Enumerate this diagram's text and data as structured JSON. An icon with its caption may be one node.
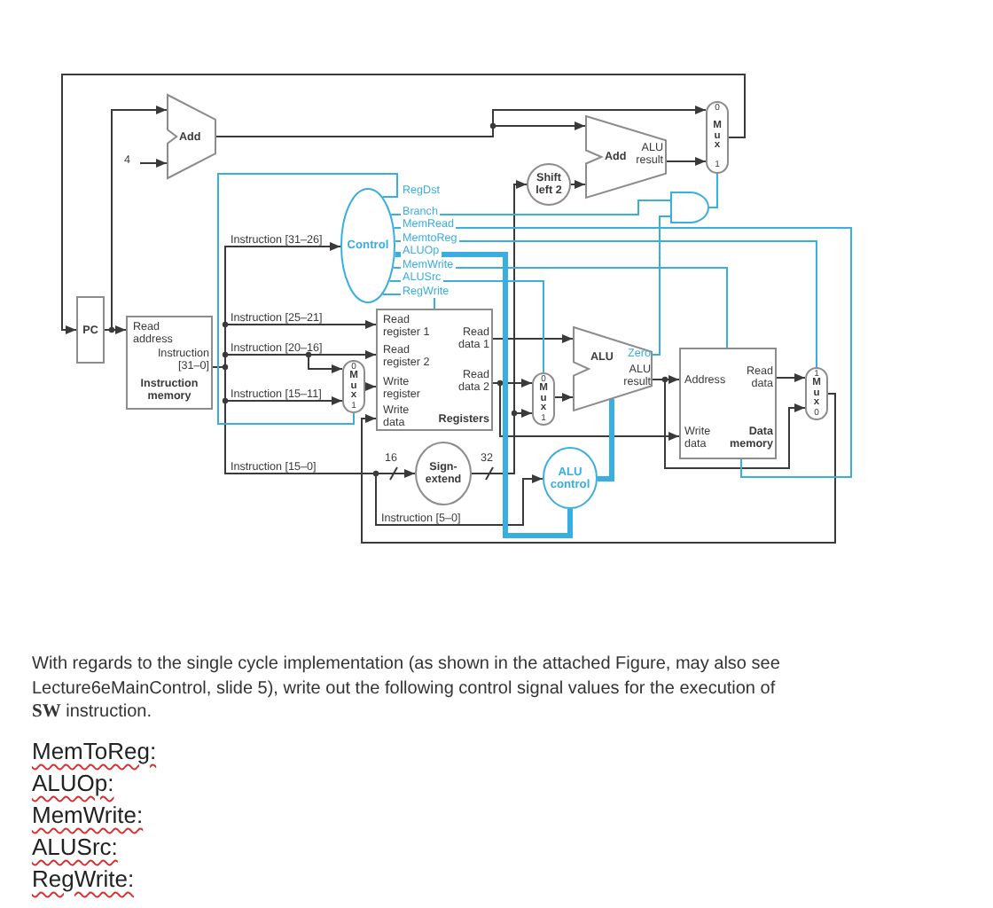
{
  "diagram": {
    "nodes": [
      {
        "text": [
          "4"
        ]
      },
      {
        "text": [
          "Add"
        ]
      },
      {
        "text": [
          "0",
          "Mux",
          "1"
        ]
      },
      {
        "text": [
          "Add",
          "ALU result"
        ]
      },
      {
        "text": [
          "Shift left 2"
        ]
      },
      {
        "text": [],
        "shape": "gate"
      },
      {
        "text": [
          "Control"
        ]
      },
      {
        "text": [
          "PC"
        ]
      },
      {
        "text": [
          "Read address",
          "Instruction [31–0]",
          "Instruction memory"
        ]
      },
      {
        "text": [
          "Read register 1",
          "Read data 1",
          "Read register 2",
          "Read data 2",
          "Write register",
          "Write data",
          "Registers"
        ]
      },
      {
        "text": [
          "0",
          "Mux",
          "1"
        ]
      },
      {
        "text": [
          "0",
          "Mux",
          "1"
        ]
      },
      {
        "text": [
          "ALU",
          "Zero",
          "ALU result"
        ]
      },
      {
        "text": [
          "Address",
          "Read data",
          "Write data",
          "Data memory"
        ]
      },
      {
        "text": [
          "1",
          "Mux",
          "0"
        ]
      },
      {
        "text": [
          "Sign-extend"
        ]
      },
      {
        "text": [
          "ALU control"
        ]
      }
    ],
    "edges": [
      {
        "from": 7,
        "to": 8,
        "arrow": "to"
      },
      {
        "from": 7,
        "to": 1,
        "arrow": "to"
      },
      {
        "from": 0,
        "to": 1,
        "arrow": "to"
      },
      {
        "from": 1,
        "to": 2,
        "arrow": "to"
      },
      {
        "from": 1,
        "to": 3,
        "arrow": "to"
      },
      {
        "from": 4,
        "to": 3,
        "arrow": "to"
      },
      {
        "from": 3,
        "to": 2,
        "arrow": "to"
      },
      {
        "from": 2,
        "to": 7,
        "arrow": "to"
      },
      {
        "from": 8,
        "to": 6,
        "arrow": "to",
        "label": "Instruction [31–26]"
      },
      {
        "from": 8,
        "to": 9,
        "arrow": "to",
        "label": "Instruction [25–21]"
      },
      {
        "from": 8,
        "to": 9,
        "arrow": "to",
        "label": "Instruction [20–16]"
      },
      {
        "from": 8,
        "to": 10,
        "arrow": "to"
      },
      {
        "from": 8,
        "to": 10,
        "arrow": "to",
        "label": "Instruction [15–11]"
      },
      {
        "from": 8,
        "to": 15,
        "arrow": "to",
        "label": "Instruction [15–0]"
      },
      {
        "from": 8,
        "to": 16,
        "arrow": "to",
        "label": "Instruction [5–0]"
      },
      {
        "from": 10,
        "to": 9,
        "arrow": "to"
      },
      {
        "from": 9,
        "to": 12,
        "arrow": "to"
      },
      {
        "from": 9,
        "to": 11,
        "arrow": "to"
      },
      {
        "from": 9,
        "to": 13,
        "arrow": "to"
      },
      {
        "from": 15,
        "to": 11,
        "arrow": "to"
      },
      {
        "from": 15,
        "to": 4,
        "arrow": "to"
      },
      {
        "from": 11,
        "to": 12,
        "arrow": "to"
      },
      {
        "from": 12,
        "to": 13,
        "arrow": "to"
      },
      {
        "from": 12,
        "to": 14,
        "arrow": "to"
      },
      {
        "from": 13,
        "to": 14,
        "arrow": "to"
      },
      {
        "from": 14,
        "to": 9,
        "arrow": "to"
      },
      {
        "from": 6,
        "to": 10,
        "arrow": "none",
        "label": "RegDst",
        "color": "#3aaee0"
      },
      {
        "from": 6,
        "to": 5,
        "arrow": "none",
        "label": "Branch",
        "color": "#3aaee0"
      },
      {
        "from": 6,
        "to": 13,
        "arrow": "none",
        "label": "MemRead",
        "color": "#3aaee0"
      },
      {
        "from": 6,
        "to": 14,
        "arrow": "none",
        "label": "MemtoReg",
        "color": "#3aaee0"
      },
      {
        "from": 6,
        "to": 16,
        "arrow": "none",
        "label": "ALUOp",
        "style": "thick",
        "color": "#3aaee0"
      },
      {
        "from": 6,
        "to": 13,
        "arrow": "none",
        "label": "MemWrite",
        "color": "#3aaee0"
      },
      {
        "from": 6,
        "to": 11,
        "arrow": "none",
        "label": "ALUSrc",
        "color": "#3aaee0"
      },
      {
        "from": 6,
        "to": 9,
        "arrow": "none",
        "label": "RegWrite",
        "color": "#3aaee0"
      },
      {
        "from": 12,
        "to": 5,
        "arrow": "none",
        "color": "#3aaee0"
      },
      {
        "from": 5,
        "to": 2,
        "arrow": "none",
        "color": "#3aaee0"
      },
      {
        "from": 16,
        "to": 12,
        "arrow": "none",
        "style": "thick",
        "color": "#3aaee0"
      }
    ],
    "labels": [
      "16",
      "32",
      "With regards to the single cycle implementation (as shown in the attached Figure, may also see Lecture6eMainControl, slide 5), write out the following control signal values for the execution of **SW** instruction.",
      "MemToReg:",
      "ALUOp:",
      "MemWrite:",
      "ALUSrc:",
      "RegWrite:"
    ]
  }
}
